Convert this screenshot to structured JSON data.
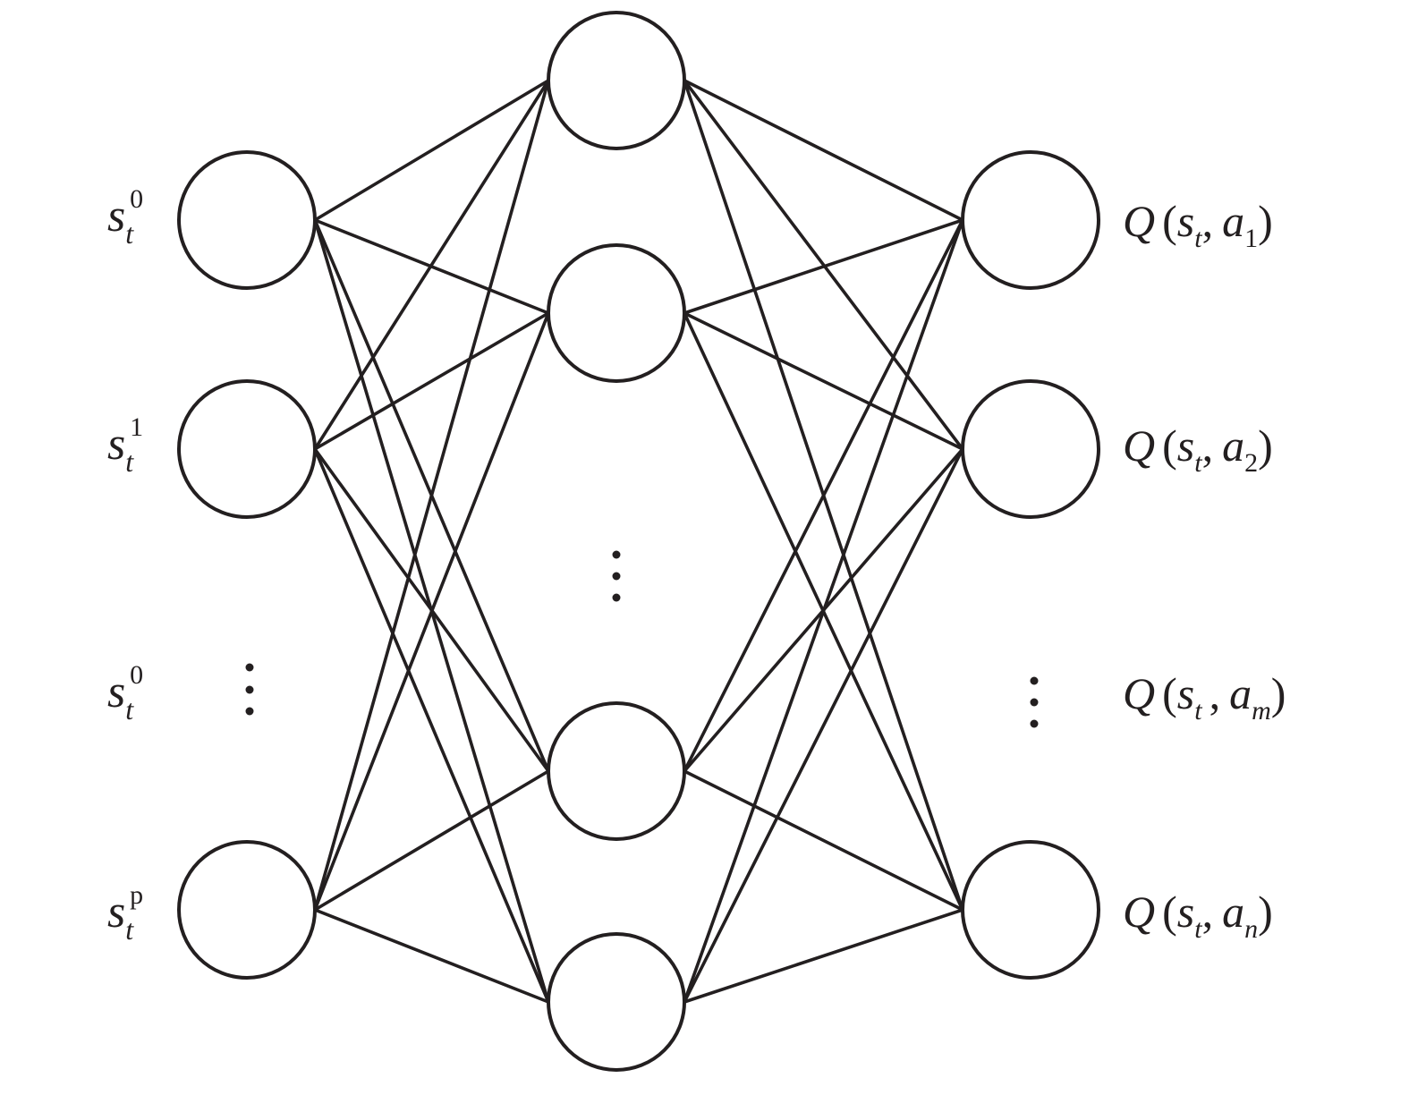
{
  "colors": {
    "stroke": "#231f20",
    "background": "#ffffff"
  },
  "input_labels": [
    {
      "base": "s",
      "sub": "t",
      "sup": "0"
    },
    {
      "base": "s",
      "sub": "t",
      "sup": "1"
    },
    {
      "base": "s",
      "sub": "t",
      "sup": "0"
    },
    {
      "base": "s",
      "sub": "t",
      "sup": "p"
    }
  ],
  "output_labels": [
    {
      "q": "Q",
      "open": "(",
      "s": "s",
      "s_sub": "t",
      "comma": ",",
      "a": "a",
      "a_sub": "1",
      "close": ")"
    },
    {
      "q": "Q",
      "open": "(",
      "s": "s",
      "s_sub": "t",
      "comma": ",",
      "a": "a",
      "a_sub": "2",
      "close": ")"
    },
    {
      "q": "Q",
      "open": "(",
      "s": "s",
      "s_sub": "t",
      "comma": ",",
      "a": "a",
      "a_sub": "m",
      "close": ")"
    },
    {
      "q": "Q",
      "open": "(",
      "s": "s",
      "s_sub": "t",
      "comma": ",",
      "a": "a",
      "a_sub": "n",
      "close": ")"
    }
  ]
}
